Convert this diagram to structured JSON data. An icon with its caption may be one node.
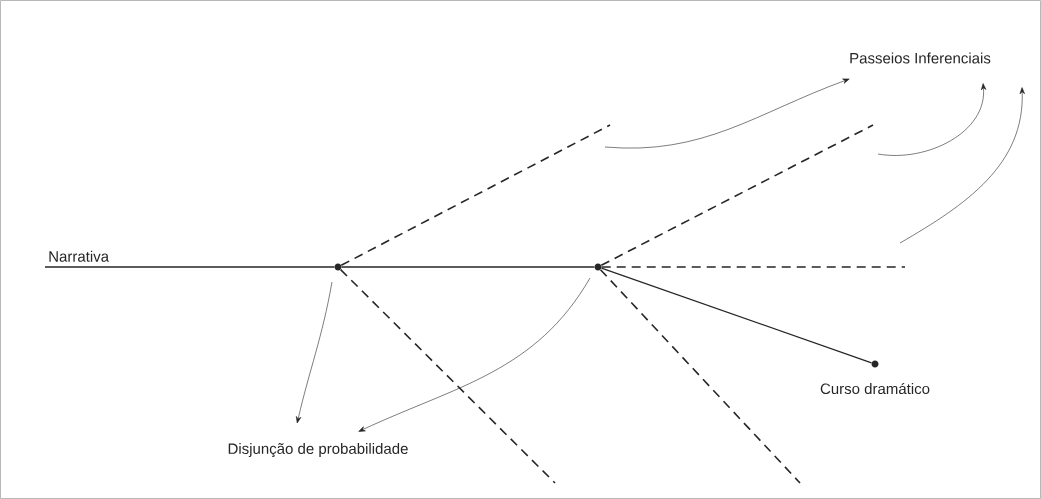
{
  "diagram": {
    "nodes": [
      {
        "text": [
          "Passeios Inferenciais"
        ]
      },
      {
        "text": [],
        "shape": "circle"
      },
      {
        "text": [],
        "shape": "circle"
      },
      {
        "text": [],
        "shape": "circle",
        "beside": [
          "Curso dramático"
        ]
      },
      {
        "text": [
          "Disjunção de probabilidade"
        ]
      }
    ],
    "edges": [
      {
        "from": null,
        "to": 1,
        "arrow": "none",
        "label": "Narrativa"
      },
      {
        "from": 1,
        "to": 2,
        "arrow": "none"
      },
      {
        "from": 1,
        "to": null,
        "arrow": "none",
        "style": "dashed"
      },
      {
        "from": 1,
        "to": null,
        "arrow": "none",
        "style": "dashed"
      },
      {
        "from": 2,
        "to": null,
        "arrow": "none",
        "style": "dashed"
      },
      {
        "from": 2,
        "to": null,
        "arrow": "none",
        "style": "dashed"
      },
      {
        "from": 2,
        "to": null,
        "arrow": "none",
        "style": "dashed"
      },
      {
        "from": 2,
        "to": 3,
        "arrow": "none"
      },
      {
        "from": null,
        "to": 0,
        "arrow": "to"
      },
      {
        "from": null,
        "to": 0,
        "arrow": "to"
      },
      {
        "from": null,
        "to": 0,
        "arrow": "to"
      },
      {
        "from": 1,
        "to": 4,
        "arrow": "to"
      },
      {
        "from": 2,
        "to": 4,
        "arrow": "to"
      }
    ]
  }
}
